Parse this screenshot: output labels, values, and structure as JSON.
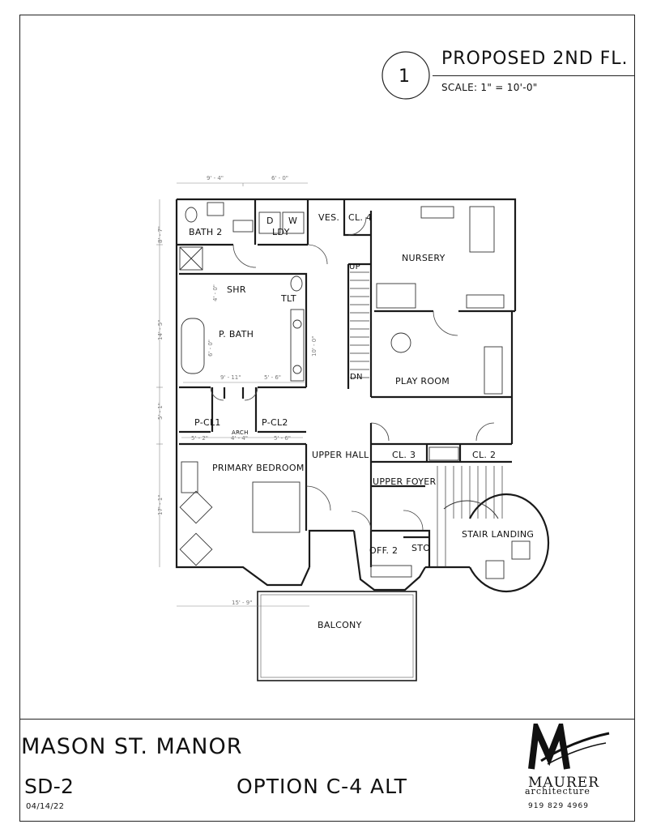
{
  "header": {
    "drawing_number": "1",
    "title": "PROPOSED 2ND FL.",
    "scale": "SCALE: 1\" = 10'-0\""
  },
  "rooms": {
    "bath2": "BATH 2",
    "d": "D",
    "w": "W",
    "ldy": "LDY",
    "ves": "VES.",
    "cl4": "CL. 4",
    "nursery": "NURSERY",
    "up": "UP",
    "dn": "DN",
    "shr": "SHR",
    "tlt": "TLT",
    "pbath": "P. BATH",
    "playroom": "PLAY ROOM",
    "pcl1": "P-CL1",
    "pcl2": "P-CL2",
    "arch": "ARCH",
    "upper_hall": "UPPER HALL",
    "cl3": "CL. 3",
    "cl2": "CL. 2",
    "primary_bedroom": "PRIMARY BEDROOM",
    "upper_foyer": "UPPER FOYER",
    "stair_landing": "STAIR LANDING",
    "off2": "OFF. 2",
    "sto": "STO",
    "balcony": "BALCONY"
  },
  "dimensions": {
    "top_1": "9' - 4\"",
    "top_2": "6' - 0\"",
    "left_1": "8' - 7\"",
    "left_2": "14' - 5\"",
    "left_3": "5' - 1\"",
    "left_4": "17' - 1\"",
    "bath_w": "9' - 11\"",
    "bath_w2": "5' - 6\"",
    "bath_h": "10' - 0\"",
    "shr_h": "4' - 0\"",
    "tub_h": "6' - 0\"",
    "cl_1": "5' - 2\"",
    "cl_2": "4' - 4\"",
    "cl_3": "5' - 6\"",
    "bottom": "15' - 9\""
  },
  "titleblock": {
    "project_name": "MASON ST. MANOR",
    "sheet_number": "SD-2",
    "date": "04/14/22",
    "option": "OPTION C-4 ALT",
    "firm_name": "MAURER",
    "firm_sub": "architecture",
    "phone": "919 829 4969"
  }
}
